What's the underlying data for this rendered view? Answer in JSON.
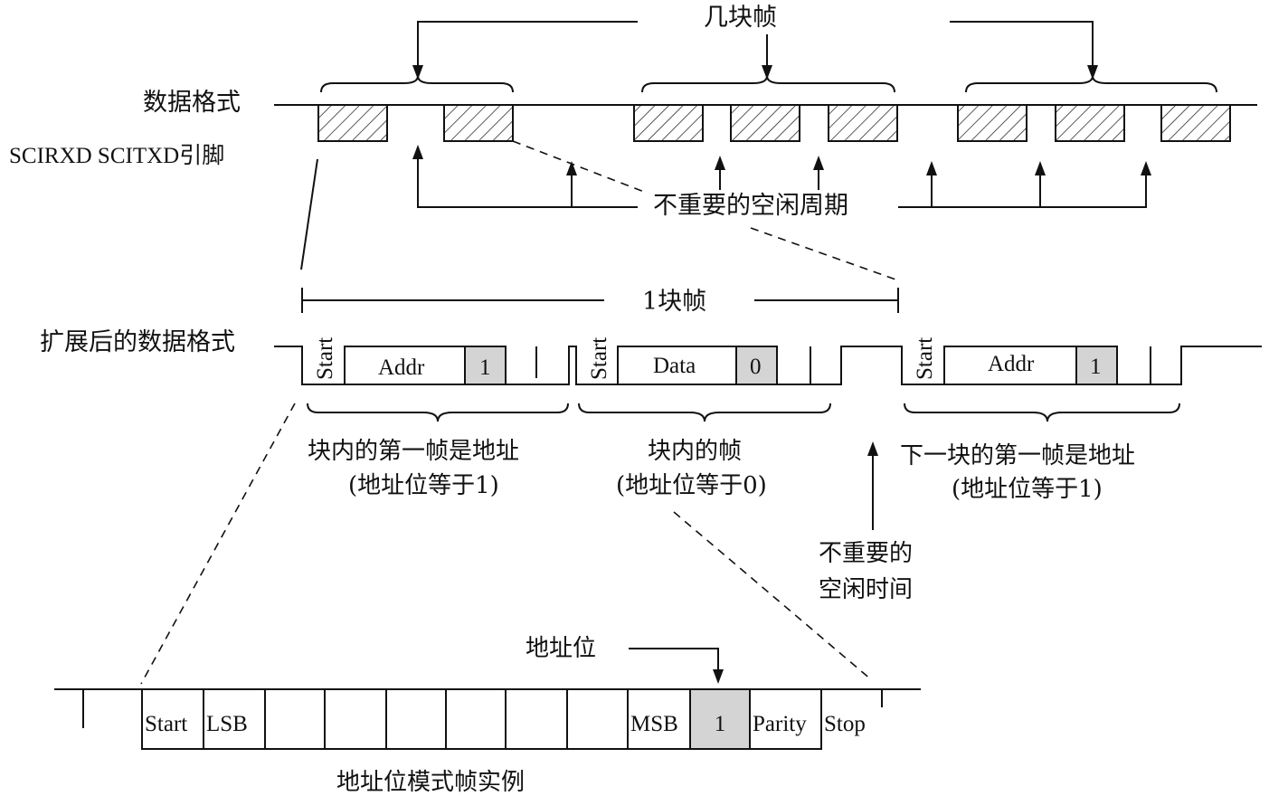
{
  "top": {
    "blocks_label": "几块帧",
    "data_format_label": "数据格式",
    "pins_label": "SCIRXD SCITXD引脚",
    "idle_label": "不重要的空闲周期"
  },
  "middle": {
    "one_block_label": "1块帧",
    "expanded_label": "扩展后的数据格式",
    "frames": [
      {
        "start": "Start",
        "field": "Addr",
        "bit": "1"
      },
      {
        "start": "Start",
        "field": "Data",
        "bit": "0"
      },
      {
        "start": "Start",
        "field": "Addr",
        "bit": "1"
      }
    ],
    "captions": [
      {
        "line1": "块内的第一帧是地址",
        "line2": "(地址位等于1)"
      },
      {
        "line1": "块内的帧",
        "line2": "(地址位等于0)"
      },
      {
        "line1": "下一块的第一帧是地址",
        "line2": "(地址位等于1)"
      }
    ],
    "idle_time_line1": "不重要的",
    "idle_time_line2": "空闲时间"
  },
  "bottom": {
    "address_bit_label": "地址位",
    "cells": [
      "Start",
      "LSB",
      "",
      "",
      "",
      "",
      "",
      "",
      "MSB",
      "1",
      "Parity",
      "Stop"
    ],
    "caption": "地址位模式帧实例"
  }
}
